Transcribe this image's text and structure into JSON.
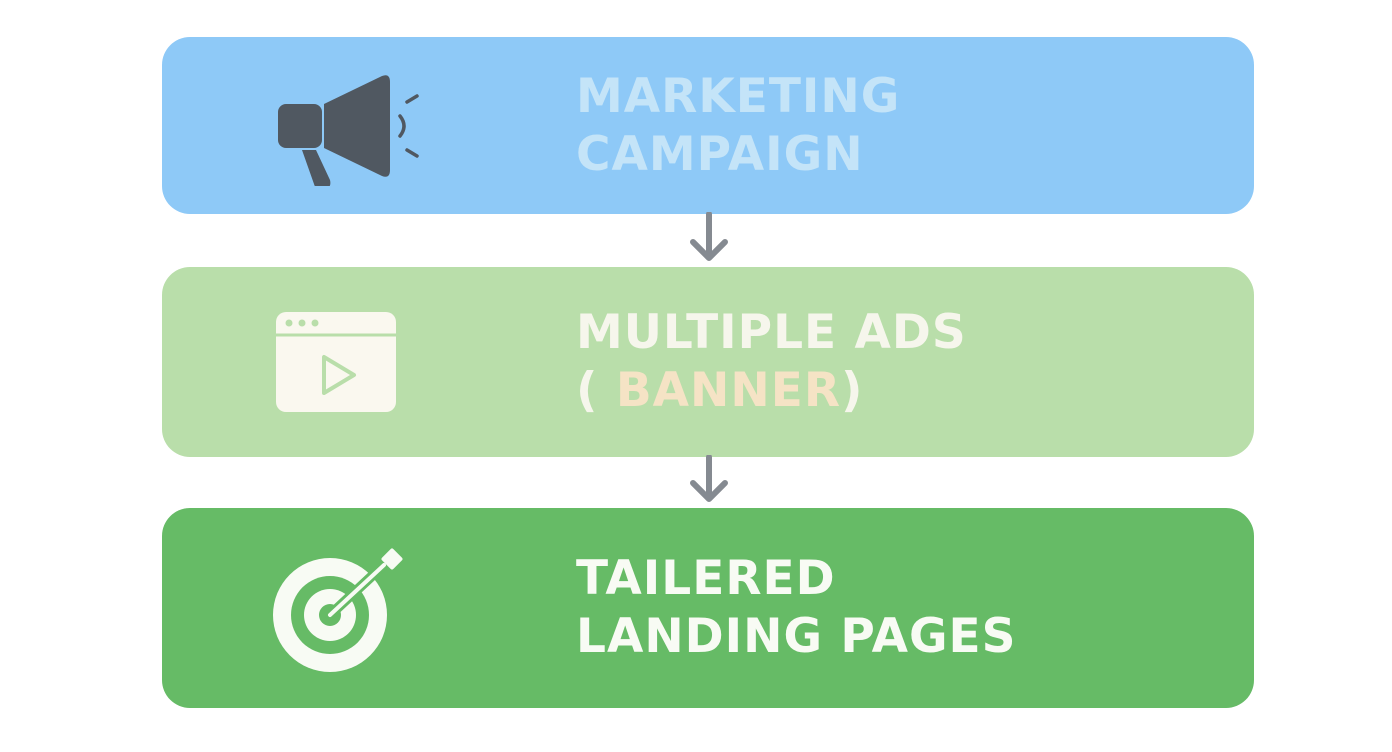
{
  "colors": {
    "step1_bg": "#8ec9f7",
    "step1_text": "#c4e4f8",
    "step1_icon": "#505861",
    "step2_bg": "#b9deaa",
    "step2_text": "#f6f6ec",
    "step2_text_accent": "#f5e3c5",
    "step2_icon": "#faf8ef",
    "step3_bg": "#66bb66",
    "step3_text": "#f8fbf4",
    "step3_icon": "#f8fbf4",
    "arrow": "#858a91"
  },
  "steps": [
    {
      "icon": "megaphone-icon",
      "line1": "MARKETING",
      "line2": "CAMPAIGN"
    },
    {
      "icon": "video-ad-browser-icon",
      "line1": "MULTIPLE ADS",
      "line2_paren_open": "(",
      "line2_word": " BANNER",
      "line2_paren_close": ")"
    },
    {
      "icon": "target-icon",
      "line1": "TAILERED",
      "line2": "LANDING PAGES"
    }
  ],
  "connectors": [
    "arrow-down-icon",
    "arrow-down-icon"
  ]
}
